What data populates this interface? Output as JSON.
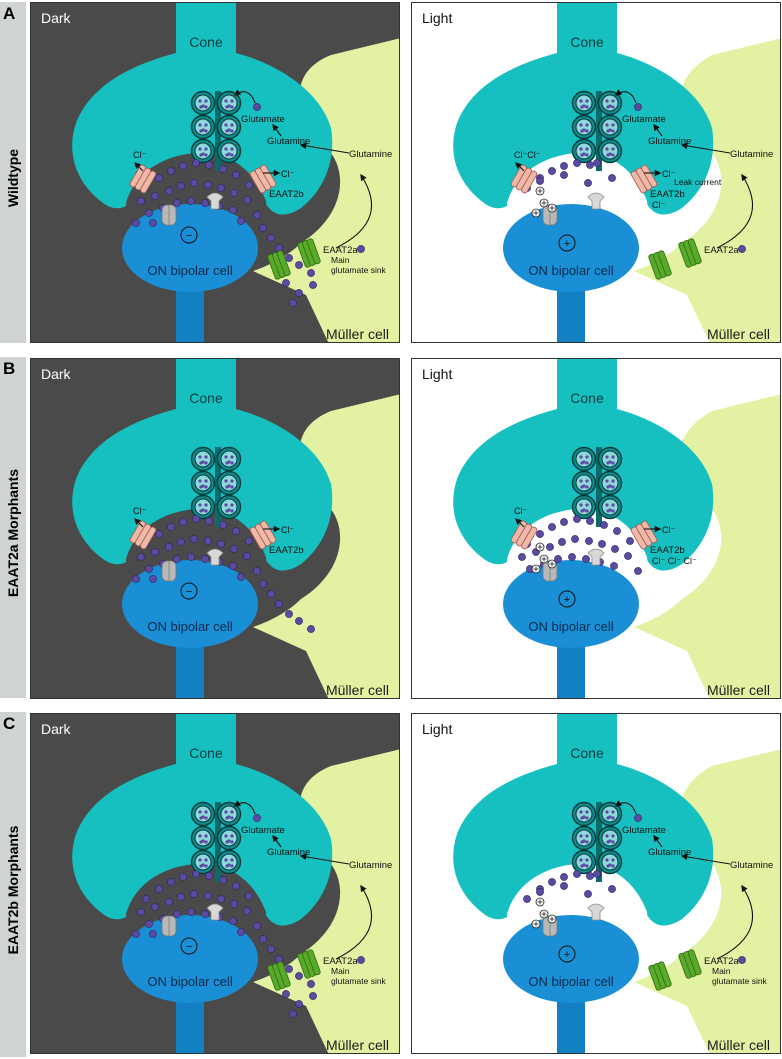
{
  "colors": {
    "dark_bg": "#4a4a4a",
    "cone": "#16c0c0",
    "bipolar": "#1a8fd6",
    "muller": "#e3f2a2",
    "glutamate": "#5a4aa0",
    "eaat2a": "#5aaa2a",
    "eaat2b": "#f0b8a8",
    "receptor": "#b8b8b8",
    "row_label_bg": "#cfd3d3"
  },
  "rows": [
    {
      "letter": "A",
      "label": "Wildtype",
      "panels": [
        {
          "state": "Dark",
          "cone": "Cone",
          "bipolar": "ON bipolar cell",
          "muller": "Müller cell",
          "glutamate": "Glutamate",
          "glutamine_inner": "Glutamine",
          "glutamine_outer": "Glutamine",
          "eaat2b": "EAAT2b",
          "eaat2a": "EAAT2a",
          "sink": "Main glutamate sink",
          "cl_left": "Cl⁻",
          "cl_right": "Cl⁻",
          "sign": "−"
        },
        {
          "state": "Light",
          "cone": "Cone",
          "bipolar": "ON bipolar cell",
          "muller": "Müller cell",
          "glutamate": "Glutamate",
          "glutamine_inner": "Glutamine",
          "glutamine_outer": "Glutamine",
          "eaat2b": "EAAT2b",
          "eaat2a": "EAAT2a",
          "leak": "Leak current",
          "cl_left": "Cl⁻Cl⁻",
          "cl_right": "Cl⁻",
          "cl_right2": "Cl⁻",
          "sign": "+"
        }
      ]
    },
    {
      "letter": "B",
      "label": "EAAT2a Morphants",
      "panels": [
        {
          "state": "Dark",
          "cone": "Cone",
          "bipolar": "ON bipolar cell",
          "muller": "Müller cell",
          "eaat2b": "EAAT2b",
          "cl_left": "Cl⁻",
          "cl_right": "Cl⁻",
          "sign": "−"
        },
        {
          "state": "Light",
          "cone": "Cone",
          "bipolar": "ON bipolar cell",
          "muller": "Müller cell",
          "eaat2b": "EAAT2b",
          "cl_left": "Cl⁻",
          "cl_right": "Cl⁻",
          "cl_right2": "Cl⁻ Cl⁻ Cl⁻",
          "sign": "+"
        }
      ]
    },
    {
      "letter": "C",
      "label": "EAAT2b Morphants",
      "panels": [
        {
          "state": "Dark",
          "cone": "Cone",
          "bipolar": "ON bipolar cell",
          "muller": "Müller cell",
          "glutamate": "Glutamate",
          "glutamine_inner": "Glutamine",
          "glutamine_outer": "Glutamine",
          "eaat2a": "EAAT2a",
          "sink": "Main glutamate sink",
          "sign": "−"
        },
        {
          "state": "Light",
          "cone": "Cone",
          "bipolar": "ON bipolar cell",
          "muller": "Müller cell",
          "glutamate": "Glutamate",
          "glutamine_inner": "Glutamine",
          "glutamine_outer": "Glutamine",
          "eaat2a": "EAAT2a",
          "sink": "Main glutamate sink",
          "sign": "+"
        }
      ]
    }
  ]
}
